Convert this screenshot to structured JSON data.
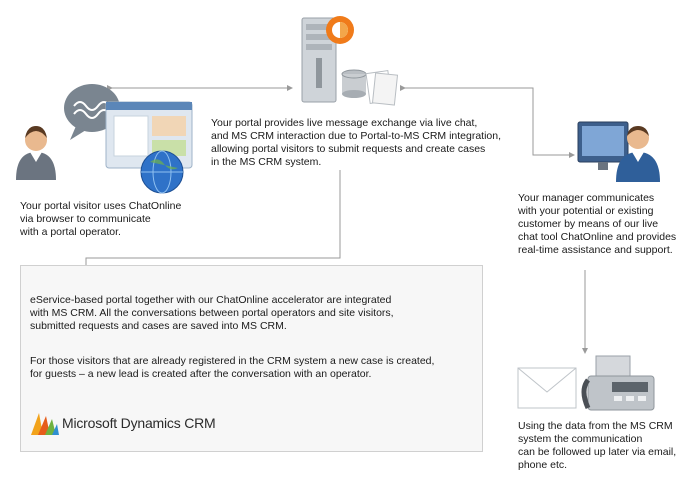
{
  "visitor_caption": "Your portal visitor uses ChatOnline\nvia browser to communicate\nwith a portal operator.",
  "portal_caption": "Your portal provides live message exchange via live chat,\nand MS CRM interaction due to Portal-to-MS CRM integration,\nallowing portal visitors to submit requests and create cases\nin the MS CRM system.",
  "manager_caption": "Your manager communicates\nwith your potential or existing\ncustomer by means of our live\nchat tool ChatOnline and provides\nreal-time assistance and support.",
  "box_paragraph_1": "eService-based portal together with our ChatOnline accelerator are integrated\nwith MS CRM. All the conversations between portal operators and site visitors,\nsubmitted requests and cases are saved into MS CRM.",
  "box_paragraph_2": "For those visitors that are already registered in the CRM system a new case is created,\nfor guests – a new lead is created after the conversation with an operator.",
  "followup_caption": "Using the data from the MS CRM\nsystem the communication\ncan be followed up later via email,\nphone etc.",
  "logo_text": "Microsoft Dynamics CRM",
  "colors": {
    "connector": "#9a9a9a",
    "box_border": "#d0d0d0",
    "box_fill": "#f7f7f7"
  }
}
